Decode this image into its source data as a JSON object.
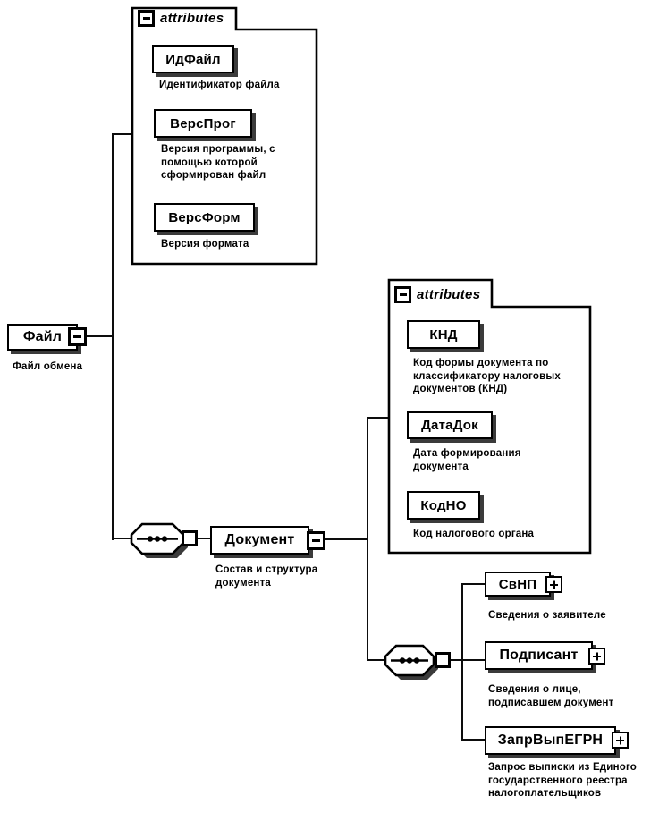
{
  "root_element": {
    "name": "Файл",
    "description": "Файл обмена"
  },
  "file_attributes": {
    "header": "attributes",
    "items": [
      {
        "name": "ИдФайл",
        "description": "Идентификатор файла"
      },
      {
        "name": "ВерсПрог",
        "description": "Версия программы, с\nпомощью которой\nсформирован файл"
      },
      {
        "name": "ВерсФорм",
        "description": "Версия формата"
      }
    ]
  },
  "document_element": {
    "name": "Документ",
    "description": "Состав и структура\nдокумента"
  },
  "document_attributes": {
    "header": "attributes",
    "items": [
      {
        "name": "КНД",
        "description": "Код формы документа по\nклассификатору налоговых\nдокументов (КНД)"
      },
      {
        "name": "ДатаДок",
        "description": "Дата формирования\nдокумента"
      },
      {
        "name": "КодНО",
        "description": "Код налогового органа"
      }
    ]
  },
  "document_children": [
    {
      "name": "СвНП",
      "description": "Сведения о заявителе"
    },
    {
      "name": "Подписант",
      "description": "Сведения о лице,\nподписавшем документ"
    },
    {
      "name": "ЗапрВыпЕГРН",
      "description": "Запрос выписки из Единого\nгосударственного реестра\nналогоплательщиков"
    }
  ],
  "colors": {
    "line": "#0d0d0d",
    "shadow": "#3b3b3b",
    "fill": "#ffffff"
  }
}
